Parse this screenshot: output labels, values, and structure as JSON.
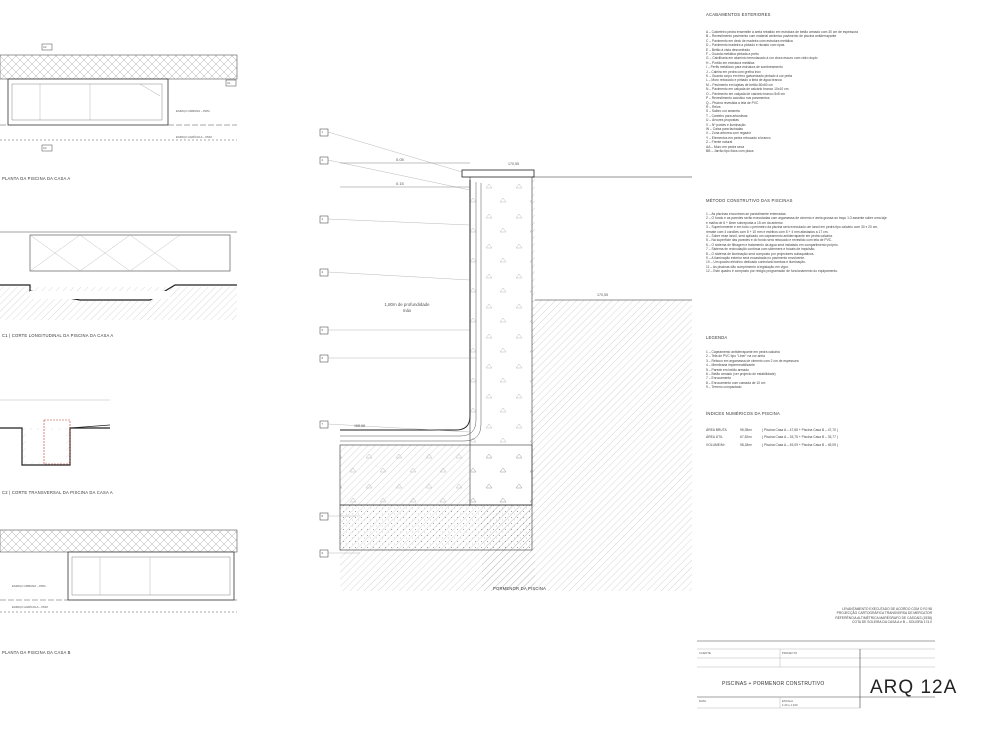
{
  "sheet": {
    "code": "ARQ 12A",
    "title": "PISCINAS + PORMENOR CONSTRUTIVO"
  },
  "left": {
    "caption_a_plan": "PLANTA DA PISCINA DA CASA A",
    "caption_a_long": "C1 | CORTE LONGITUDINAL DA PISCINA DA CASA A",
    "caption_a_trans": "C2 | CORTE TRANSVERSAL DA PISCINA DA CASA A",
    "caption_b_plan": "PLANTA DA PISCINA DA CASA B",
    "label_c1": "C1",
    "label_c2": "C2",
    "espaco_urbano_a": "ESPAÇO URBANO – PDM",
    "espaco_agricola_a": "ESPAÇO AGRÍCOLA – PDM",
    "espaco_urbano_b": "ESPAÇO URBANO – PDM",
    "espaco_agricola_b": "ESPAÇO AGRÍCOLA – PDM"
  },
  "detail": {
    "caption": "PORMENOR DA PISCINA",
    "dim_005": "0.05",
    "dim_015": "0.15",
    "depth": "1,80m de profundidade máx",
    "level_top": "170,55",
    "level_side": "170,55",
    "level_bottom": "168,68",
    "markers": [
      "1",
      "2",
      "3",
      "4",
      "5",
      "6",
      "7",
      "8",
      "9"
    ]
  },
  "right": {
    "section1_title": "ACABAMENTOS EXTERIORES",
    "section1_lines": [
      "A – Calceteiro pedra ensemble à areia rebatido em estrutura de betão armado com 30 cm de espessura",
      "B – Revestimento pavimento com material cerâmico pavimento de piscina antiderrapante",
      "C – Pavimento em deck de madeira com estrutura metálica",
      "D – Pavimento madeira a plotado e riscado com ripas",
      "E – Betão à vista desconfrado",
      "F – Guarda metálica pintada a preto",
      "G – Caixilharia em alumínio termolacado à cor cinza escuro com vidro duplo",
      "H – Portão em estrutura metálica",
      "I – Perfis metálicos para estrutura de sombreamento",
      "J – Caleira em pedra com grelha inox",
      "K – Guarda corpo em ferro galvanizado pintado à cor preta",
      "L – Muro rebocado e pintado a tinta de água branca",
      "M – Pavimento em lajetas de betão 60x60 cm",
      "N – Pavimento em calçada de calcário branco 10x10 cm",
      "O – Pavimento em calçada de calcário branco 5x5 cm",
      "P – Revestimento acústico nos paramentos",
      "Q – Piscina revestida a tela de PVC",
      "R – Relva",
      "S – Saibro cor amarela",
      "T – Canteiro para arbustivas",
      "U – Árvores propostas",
      "V – Nº postes e iluminação",
      "W – Caixa para fachadas",
      "X – Zona arbórea com regador",
      "Y – Elementos em pedra rebocado a branco",
      "Z – Frente natural",
      "AA – Muro em pedra seca",
      "BB – Jarrão tipo Ibiza com placa"
    ],
    "section2_title": "MÉTODO CONSTRUTIVO DAS PISCINAS",
    "section2_lines": [
      "1 – As piscinas encontram-se parcialmente enterradas.",
      "2 – O fundo e as paredes serão executadas com argamassa de cimento e areia grossa ao traço 1:3 assente sobre uma laje",
      "      e malha de 6 + 6mm sobreposta a 15 cm da anterior.",
      "3 – Superiormente e em todo o perímetro da piscina será executado um lancil em pedra tipo calcário com 30 x 20 cm,",
      "      remate com 4 cordões com 8 + 10 mm e estribos com 8 + 4 mm afastados a 17 cm.",
      "4 – Sobre esse lancil, será aplicado um capeamento antiderrapante em pedra calcária.",
      "5 – Na superfície das paredes e do fundo será rebocado e revestido com tela de PVC.",
      "6 – O sistema de filtragem e tratamento da água será instalado em compartimento próprio.",
      "7 – Sistema de recirculação contínua com skimmers e bocais de impulsão.",
      "8 – O sistema de iluminação será composto por projectores subaquáticos.",
      "9 – A iluminação exterior será encastrada no pavimento envolvente.",
      "10 – Um quadro eléctrico dedicado controlará bombas e iluminação.",
      "11 – As piscinas dão cumprimento à legislação em vigor.",
      "12 – Este quadro é composto por relógio programador de funcionamento do equipamento."
    ],
    "section3_title": "LEGENDA",
    "section3_lines": [
      "1 – Capeamento antiderrapante em pedra calcária",
      "2 – Tela de PVC tipo \"Liner\" na cor areia",
      "3 – Reboco em argamassa de cimento com 2 cm de espessura",
      "4 – Membrana impermeabilizante",
      "5 – Parede em betão armado",
      "6 – Betão armado (ver projecto de estabilidade)",
      "7 – Enrocamento",
      "8 – Enrocamento com camada de 10 cm",
      "9 – Terreno compactado"
    ],
    "section4_title": "ÍNDICES NUMÉRICOS DA PISCINA",
    "indices": [
      {
        "label": "ÁREA BRUTA",
        "value": "95,35m²",
        "detail": "( Piscina Casa A – 47,65 + Piscina Casa B – 47,70 )"
      },
      {
        "label": "ÁREA ÚTIL",
        "value": "67,52m²",
        "detail": "( Piscina Casa A – 33,75 + Piscina Casa B – 33,77 )"
      },
      {
        "label": "VOLUME/M³",
        "value": "98,18m³",
        "detail": "( Piscina Casa A – 49,09 + Piscina Casa B – 49,09 )"
      }
    ],
    "stamp_lines": [
      "LEVANTAMENTO EXECUTADO DE ACORDO COM O RJ 98",
      "PROJECÇÃO CARTOGRÁFICA TRANSVERSA DE MERCATOR",
      "REFERÊNCIA ALTIMÉTRICA MARÉGRAFO DE CASCAIS (1938)",
      "COTA DE SOLEIRA DA CASA A e B – SOLEIRA 174.0"
    ]
  },
  "titleblock": {
    "cliente_label": "CLIENTE",
    "projecto_label": "PROJECTO",
    "data_label": "DATA",
    "escala_label": "ESCALA",
    "escala_value": "1:20 e 1:100"
  }
}
